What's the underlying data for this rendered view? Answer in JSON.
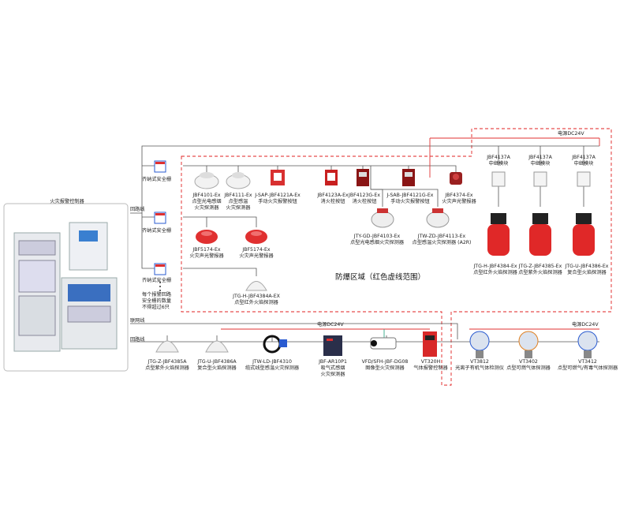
{
  "panel": {
    "title": "火灾报警控制器"
  },
  "region": {
    "title": "防爆区域（红色虚线范围）"
  },
  "lines": {
    "loop1": "回路线",
    "loop2": "回路线",
    "network": "联网线",
    "power_top": "电源DC24V",
    "power_mid": "电源DC24V",
    "power_right": "电源DC24V"
  },
  "barriers": [
    "齐纳式安全栅",
    "齐纳式安全栅",
    "齐纳式安全栅"
  ],
  "note": [
    "每个报警回路",
    "安全栅的数量",
    "不得超过6只"
  ],
  "devices": {
    "d1": [
      "JBF4101-Ex",
      "点型光电感烟",
      "火灾探测器"
    ],
    "d2": [
      "JBF4111-Ex",
      "点型感温",
      "火灾探测器"
    ],
    "d3": [
      "J-SAP-JBF4121A-Ex",
      "手动火灾报警按钮"
    ],
    "d4": [
      "JBF4123A-Ex",
      "消火栓按钮"
    ],
    "d5": [
      "JBF4123G-Ex",
      "消火栓按钮"
    ],
    "d6": [
      "J-SAB-JBF4121G-Ex",
      "手动火灾报警按钮"
    ],
    "d7": [
      "JBF4374-Ex",
      "火灾声光警报器"
    ],
    "d8": [
      "JTY-GD-JBF4103-Ex",
      "点型光电感烟火灾探测器"
    ],
    "d9": [
      "JTW-ZD-JBF4113-Ex",
      "点型感温火灾探测器 (A2R)"
    ],
    "d10": [
      "JBF5174-Ex",
      "火灾声光警报器"
    ],
    "d11": [
      "JBF5174-Ex",
      "火灾声光警报器"
    ],
    "d12": [
      "JTG-H-JBF4384A-EX",
      "点型红外火焰探测器"
    ],
    "m1": [
      "JBF4137A",
      "中继模块"
    ],
    "m2": [
      "JBF4137A",
      "中继模块"
    ],
    "m3": [
      "JBF4137A",
      "中继模块"
    ],
    "f1": [
      "JTG-H-JBF4384-Ex",
      "点型红外火焰探测器"
    ],
    "f2": [
      "JTG-Z-JBF4385-Ex",
      "点型紫外火焰探测器"
    ],
    "f3": [
      "JTG-U-JBF4386-Ex",
      "复合型火焰探测器"
    ],
    "b1": [
      "JTG-Z-JBF4385A",
      "点型紫外火焰探测器"
    ],
    "b2": [
      "JTG-U-JBF4386A",
      "复合型火焰探测器"
    ],
    "b3": [
      "JTW-LD-JBF4310",
      "缆式线型感温火灾探测器"
    ],
    "b4": [
      "JBF-AR10P1",
      "吸气式感烟",
      "火灾探测器"
    ],
    "b5": [
      "VFD/SFH-JBF-DG08",
      "图像型火灾探测器"
    ],
    "b6": [
      "VT320H",
      "气体报警控制器"
    ],
    "g1": [
      "VT3812",
      "光离子有机气体检测仪"
    ],
    "g2": [
      "VT3402",
      "点型可燃气体探测器"
    ],
    "g3": [
      "VT3412",
      "点型可燃气/有毒气体探测器"
    ]
  },
  "colors": {
    "red": "#e03030",
    "line": "#555555",
    "dash": "#e02020"
  }
}
